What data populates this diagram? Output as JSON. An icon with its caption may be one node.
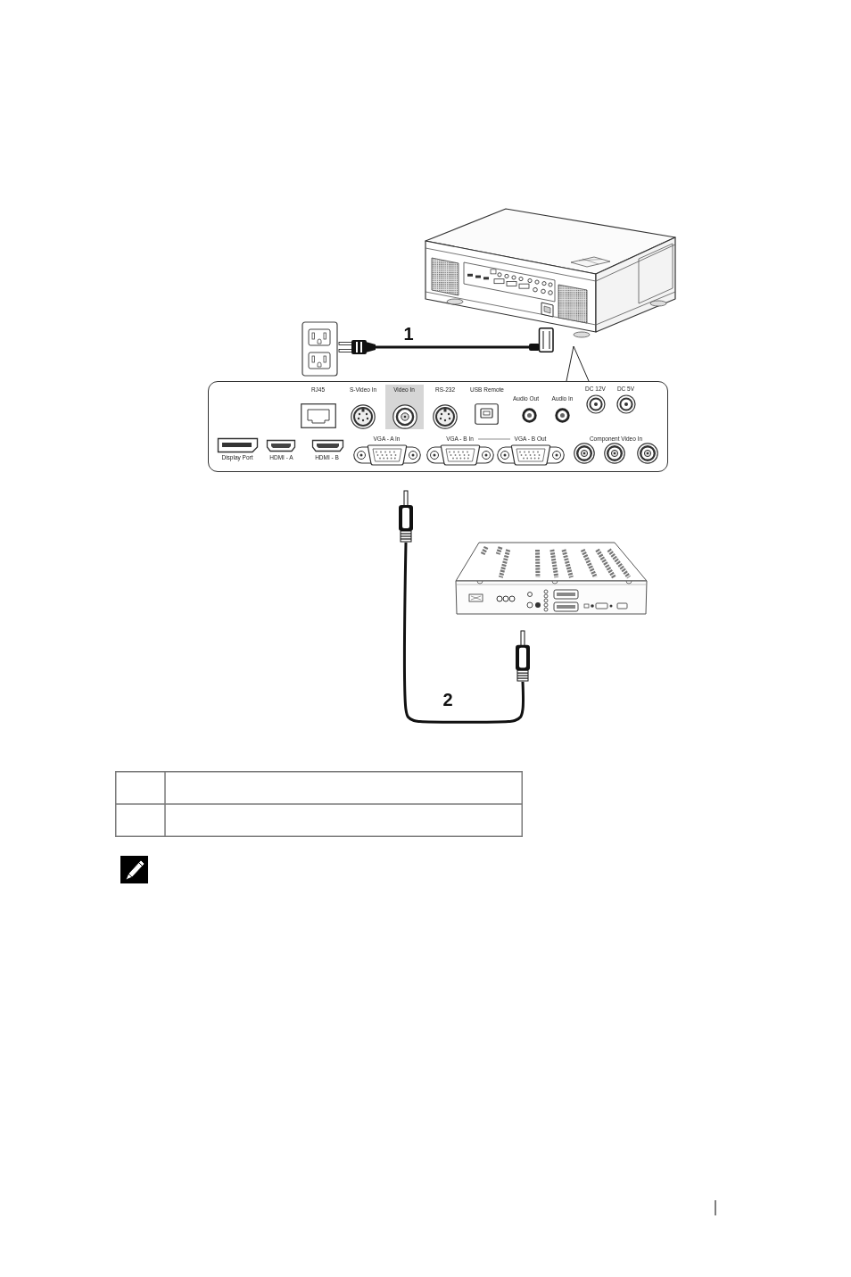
{
  "diagram": {
    "nodes": [
      {
        "text": [],
        "shape": "picture"
      },
      {
        "text": [],
        "shape": "picture"
      },
      {
        "text": [],
        "shape": "picture"
      },
      {
        "text": [],
        "shape": "picture"
      },
      {
        "text": [],
        "shape": "box"
      },
      {
        "text": [
          "RJ45"
        ],
        "in": 4
      },
      {
        "text": [
          "S-Video In"
        ],
        "in": 4
      },
      {
        "text": [
          "Video In"
        ],
        "in": 4
      },
      {
        "text": [
          "RS-232"
        ],
        "in": 4
      },
      {
        "text": [
          "USB Remote"
        ],
        "in": 4
      },
      {
        "text": [
          "Audio Out"
        ],
        "in": 4
      },
      {
        "text": [
          "Audio In"
        ],
        "in": 4
      },
      {
        "text": [
          "DC 12V"
        ],
        "in": 4
      },
      {
        "text": [
          "DC 5V"
        ],
        "in": 4
      },
      {
        "text": [
          "Display Port"
        ],
        "in": 4
      },
      {
        "text": [
          "HDMI - A"
        ],
        "in": 4
      },
      {
        "text": [
          "HDMI - B"
        ],
        "in": 4
      },
      {
        "text": [
          "VGA - A In"
        ],
        "in": 4
      },
      {
        "text": [
          "VGA - B In"
        ],
        "in": 4
      },
      {
        "text": [
          "VGA - B Out"
        ],
        "in": 4
      },
      {
        "text": [
          "Component Video In"
        ],
        "in": 4
      },
      {
        "text": [],
        "shape": "picture"
      },
      {
        "text": [],
        "shape": "picture"
      },
      {
        "text": [],
        "shape": "picture"
      }
    ],
    "edges": [
      {
        "from": 2,
        "to": 3,
        "arrow": "none",
        "label": "1"
      },
      {
        "from": 21,
        "to": 23,
        "arrow": "none",
        "label": "2"
      }
    ]
  }
}
